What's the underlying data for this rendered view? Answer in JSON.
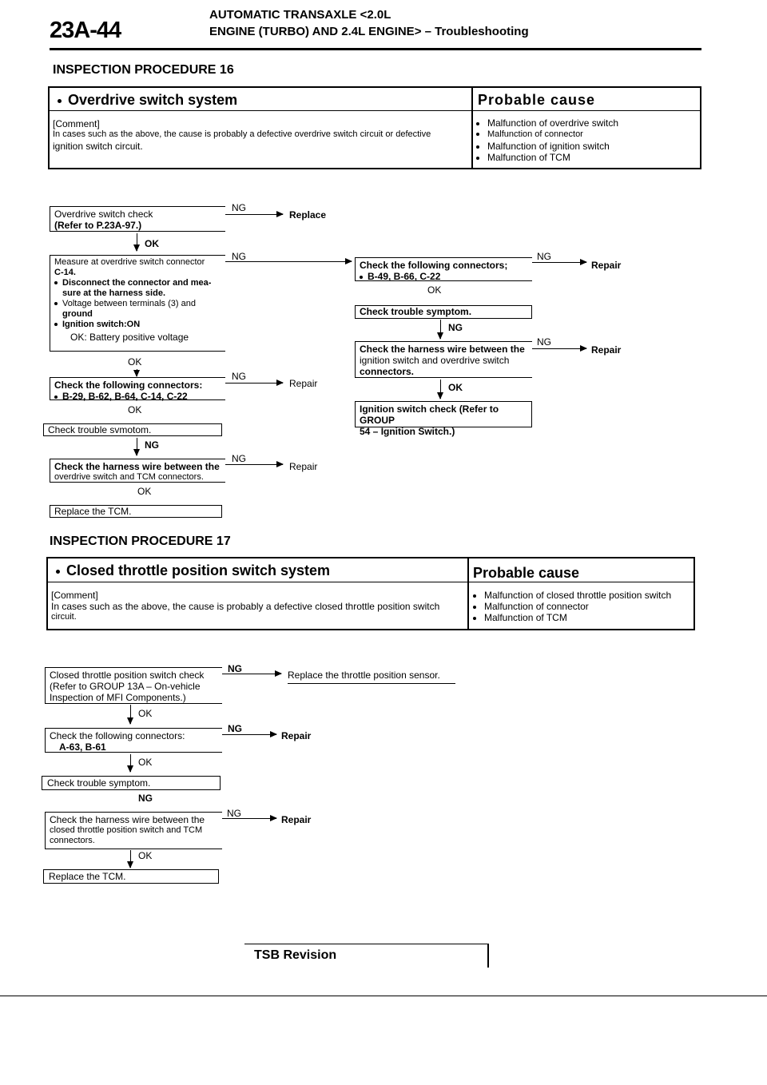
{
  "header": {
    "page_number": "23A-44",
    "line1": "AUTOMATIC TRANSAXLE <2.0L",
    "line2": "ENGINE (TURBO) AND 2.4L ENGINE> – Troubleshooting"
  },
  "proc16": {
    "title": "INSPECTION PROCEDURE 16",
    "heading": "Overdrive switch system",
    "cause_heading": "Probable cause",
    "comment_label": "[Comment]",
    "comment_line1": "In cases such as the above, the cause is probably a defective overdrive switch circuit or defective",
    "comment_line2": "ignition switch circuit.",
    "causes": [
      "Malfunction of overdrive switch",
      "Malfunction of connector",
      "Malfunction of ignition switch",
      "Malfunction of TCM"
    ],
    "flow": {
      "b1_line1": "Overdrive switch check",
      "b1_line2": "(Refer to P.23A-97.)",
      "b1_ng": "NG",
      "b1_ng_action": "Replace",
      "b1_ok": "OK",
      "b2_line1": "Measure at overdrive switch connector",
      "b2_line2": "C-14.",
      "b2_line3": "Disconnect the connector and mea-",
      "b2_line4": "sure at the harness side.",
      "b2_line5": "Voltage between terminals (3) and",
      "b2_line6": "ground",
      "b2_line7": "Ignition switch:ON",
      "b2_line8": "OK: Battery positive voltage",
      "b2_ng": "NG",
      "b2_ok": "OK",
      "b3_line1": "Check the following connectors:",
      "b3_line2": "B-29, B-62, B-64, C-14, C-22",
      "b3_ng": "NG",
      "b3_ng_action": "Repair",
      "b3_ok": "OK",
      "b4_line1": "Check trouble svmotom.",
      "b4_ng": "NG",
      "b5_line1": "Check the harness wire between the",
      "b5_line2": "overdrive switch and TCM connectors.",
      "b5_ng": "NG",
      "b5_ng_action": "Repair",
      "b5_ok": "OK",
      "b6_line1": "Replace the TCM.",
      "r1_line1": "Check the following connectors;",
      "r1_line2": "B-49, B-66, C-22",
      "r1_ng": "NG",
      "r1_ng_action": "Repair",
      "r1_ok": "OK",
      "r2_line1": "Check trouble symptom.",
      "r2_ng": "NG",
      "r3_line1": "Check the harness wire between the",
      "r3_line2": "ignition switch and overdrive switch",
      "r3_line3": "connectors.",
      "r3_ng": "NG",
      "r3_ng_action": "Repair",
      "r3_ok": "OK",
      "r4_line1": "Ignition switch check (Refer to GROUP",
      "r4_line2": "54 – Ignition Switch.)"
    }
  },
  "proc17": {
    "title": "INSPECTION PROCEDURE 17",
    "heading": "Closed throttle position switch system",
    "cause_heading": "Probable cause",
    "comment_label": "[Comment]",
    "comment_line1": "In cases such as the above, the cause is probably a defective closed throttle position switch",
    "comment_line2": "circuit.",
    "causes": [
      "Malfunction of closed throttle position switch",
      "Malfunction of connector",
      "Malfunction of TCM"
    ],
    "flow": {
      "c1_line1": "Closed throttle position switch check",
      "c1_line2": "(Refer to GROUP 13A – On-vehicle",
      "c1_line3": "Inspection of MFI Components.)",
      "c1_ng": "NG",
      "c1_ng_action": "Replace the throttle position sensor.",
      "c1_ok": "OK",
      "c2_line1": "Check the following connectors:",
      "c2_line2": "A-63, B-61",
      "c2_ng": "NG",
      "c2_ng_action": "Repair",
      "c2_ok": "OK",
      "c3_line1": "Check trouble symptom.",
      "c3_ng": "NG",
      "c4_line1": "Check the harness wire between the",
      "c4_line2": "closed throttle position switch and TCM",
      "c4_line3": "connectors.",
      "c4_ng": "NG",
      "c4_ng_action": "Repair",
      "c4_ok": "OK",
      "c5_line1": "Replace the TCM."
    }
  },
  "footer": {
    "tsb": "TSB Revision"
  }
}
